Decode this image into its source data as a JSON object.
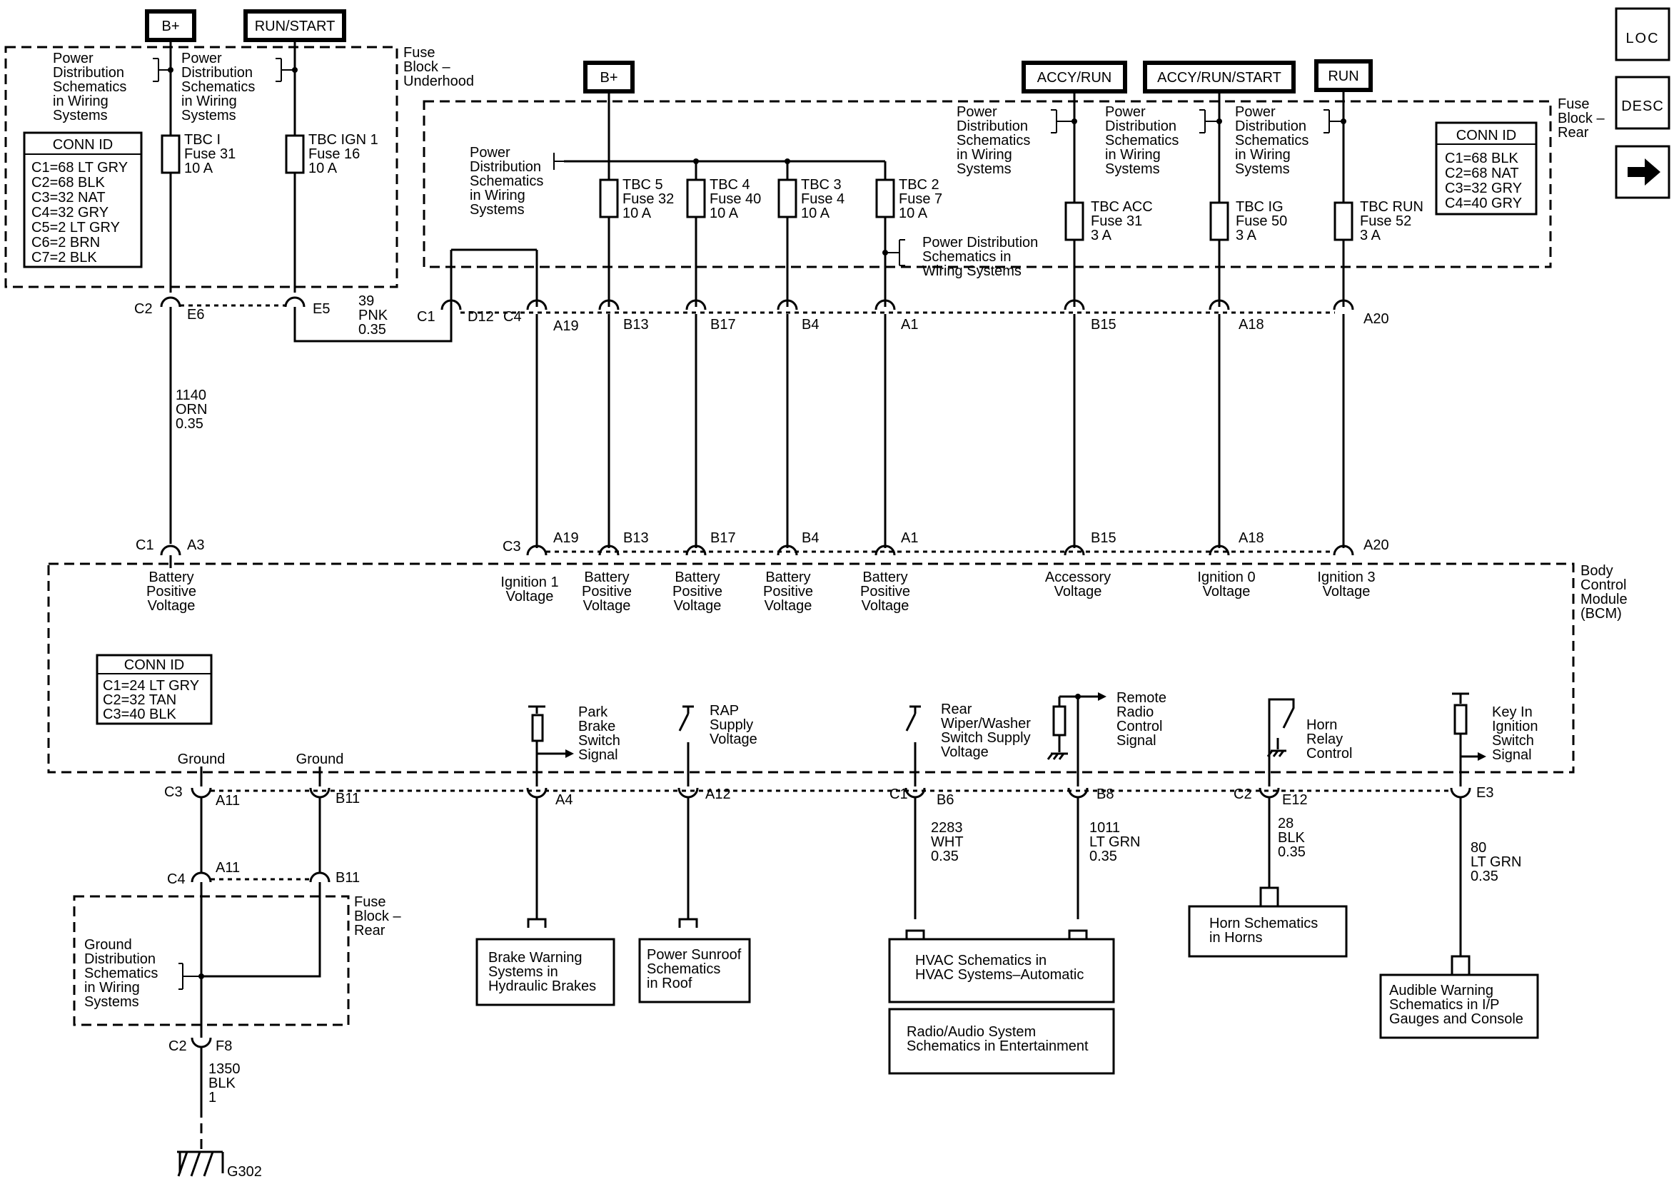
{
  "power_sources": {
    "bplus_left": "B+",
    "run_start": "RUN/START",
    "bplus_mid": "B+",
    "accy_run": "ACCY/RUN",
    "accy_run_start": "ACCY/RUN/START",
    "run": "RUN"
  },
  "nav": {
    "loc": "LOC",
    "desc": "DESC",
    "next_arrow": "right-arrow-icon"
  },
  "fuse_block_underhood": {
    "label": "Fuse\nBlock –\nUnderhood",
    "pds_1": "Power\nDistribution\nSchematics\nin Wiring\nSystems",
    "pds_2": "Power\nDistribution\nSchematics\nin Wiring\nSystems",
    "fuse_1": "TBC I\nFuse 31\n10 A",
    "fuse_2": "TBC IGN 1\nFuse 16\n10 A",
    "conn_title": "CONN ID",
    "conn_items": [
      "C1=68 LT GRY",
      "C2=68 BLK",
      "C3=32 NAT",
      "C4=32 GRY",
      "C5=2 LT GRY",
      "C6=2 BRN",
      "C7=2 BLK"
    ]
  },
  "fuse_block_rear": {
    "label": "Fuse\nBlock –\nRear",
    "pds_left": "Power\nDistribution\nSchematics\nin Wiring\nSystems",
    "pds_mid": "Power Distribution\nSchematics in\nWiring Systems",
    "pds_r1": "Power\nDistribution\nSchematics\nin Wiring\nSystems",
    "pds_r2": "Power\nDistribution\nSchematics\nin Wiring\nSystems",
    "pds_r3": "Power\nDistribution\nSchematics\nin Wiring\nSystems",
    "fuses": [
      "TBC 5\nFuse 32\n10 A",
      "TBC 4\nFuse 40\n10 A",
      "TBC 3\nFuse 4\n10 A",
      "TBC 2\nFuse 7\n10 A",
      "TBC ACC\nFuse 31\n3 A",
      "TBC IG\nFuse 50\n3 A",
      "TBC RUN\nFuse 52\n3 A"
    ],
    "conn_title": "CONN ID",
    "conn_items": [
      "C1=68 BLK",
      "C2=68 NAT",
      "C3=32 GRY",
      "C4=40 GRY"
    ]
  },
  "fuse_block_connectors": {
    "c2": "C2",
    "e6": "E6",
    "e5": "E5",
    "c1": "C1",
    "d12": "D12",
    "c4": "C4",
    "pins": [
      "A19",
      "B13",
      "B17",
      "B4",
      "A1",
      "B15",
      "A18",
      "A20"
    ]
  },
  "wires_top": {
    "w1140": "1140\nORN\n0.35",
    "w39": "39\nPNK\n0.35"
  },
  "bcm": {
    "label": "Body\nControl\nModule\n(BCM)",
    "top_conn": {
      "c1": "C1",
      "a3": "A3",
      "c3": "C3",
      "pins": [
        "A19",
        "B13",
        "B17",
        "B4",
        "A1",
        "B15",
        "A18",
        "A20"
      ]
    },
    "inputs": [
      "Battery\nPositive\nVoltage",
      "Ignition 1\nVoltage",
      "Battery\nPositive\nVoltage",
      "Battery\nPositive\nVoltage",
      "Battery\nPositive\nVoltage",
      "Battery\nPositive\nVoltage",
      "Accessory\nVoltage",
      "Ignition 0\nVoltage",
      "Ignition 3\nVoltage"
    ],
    "conn_title": "CONN ID",
    "conn_items": [
      "C1=24 LT GRY",
      "C2=32 TAN",
      "C3=40 BLK"
    ],
    "ground_1": "Ground",
    "ground_2": "Ground",
    "signals": {
      "park_brake": "Park\nBrake\nSwitch\nSignal",
      "rap": "RAP\nSupply\nVoltage",
      "rear_wiper": "Rear\nWiper/Washer\nSwitch Supply\nVoltage",
      "remote_radio": "Remote\nRadio\nControl\nSignal",
      "horn_relay": "Horn\nRelay\nControl",
      "key_in": "Key In\nIgnition\nSwitch\nSignal"
    },
    "bottom_conn": {
      "c3": "C3",
      "a11": "A11",
      "b11": "B11",
      "a4": "A4",
      "a12": "A12",
      "c1": "C1",
      "b6": "B6",
      "b8": "B8",
      "c2": "C2",
      "e12": "E12",
      "e3": "E3"
    }
  },
  "wires_bottom": {
    "w2283": "2283\nWHT\n0.35",
    "w1011": "1011\nLT GRN\n0.35",
    "w28": "28\nBLK\n0.35",
    "w80": "80\nLT GRN\n0.35",
    "w1350": "1350\nBLK\n1"
  },
  "ground_block": {
    "c4": "C4",
    "a11": "A11",
    "b11": "B11",
    "fuse_block_label": "Fuse\nBlock –\nRear",
    "gds": "Ground\nDistribution\nSchematics\nin Wiring\nSystems",
    "c2": "C2",
    "f8": "F8",
    "ground_id": "G302"
  },
  "references": {
    "brake": "Brake Warning\nSystems in\nHydraulic Brakes",
    "sunroof": "Power Sunroof\nSchematics\nin Roof",
    "hvac": "HVAC Schematics in\nHVAC Systems–Automatic",
    "radio": "Radio/Audio System\nSchematics in Entertainment",
    "horn": "Horn Schematics\nin Horns",
    "audible": "Audible Warning\nSchematics in I/P\nGauges and Console"
  }
}
